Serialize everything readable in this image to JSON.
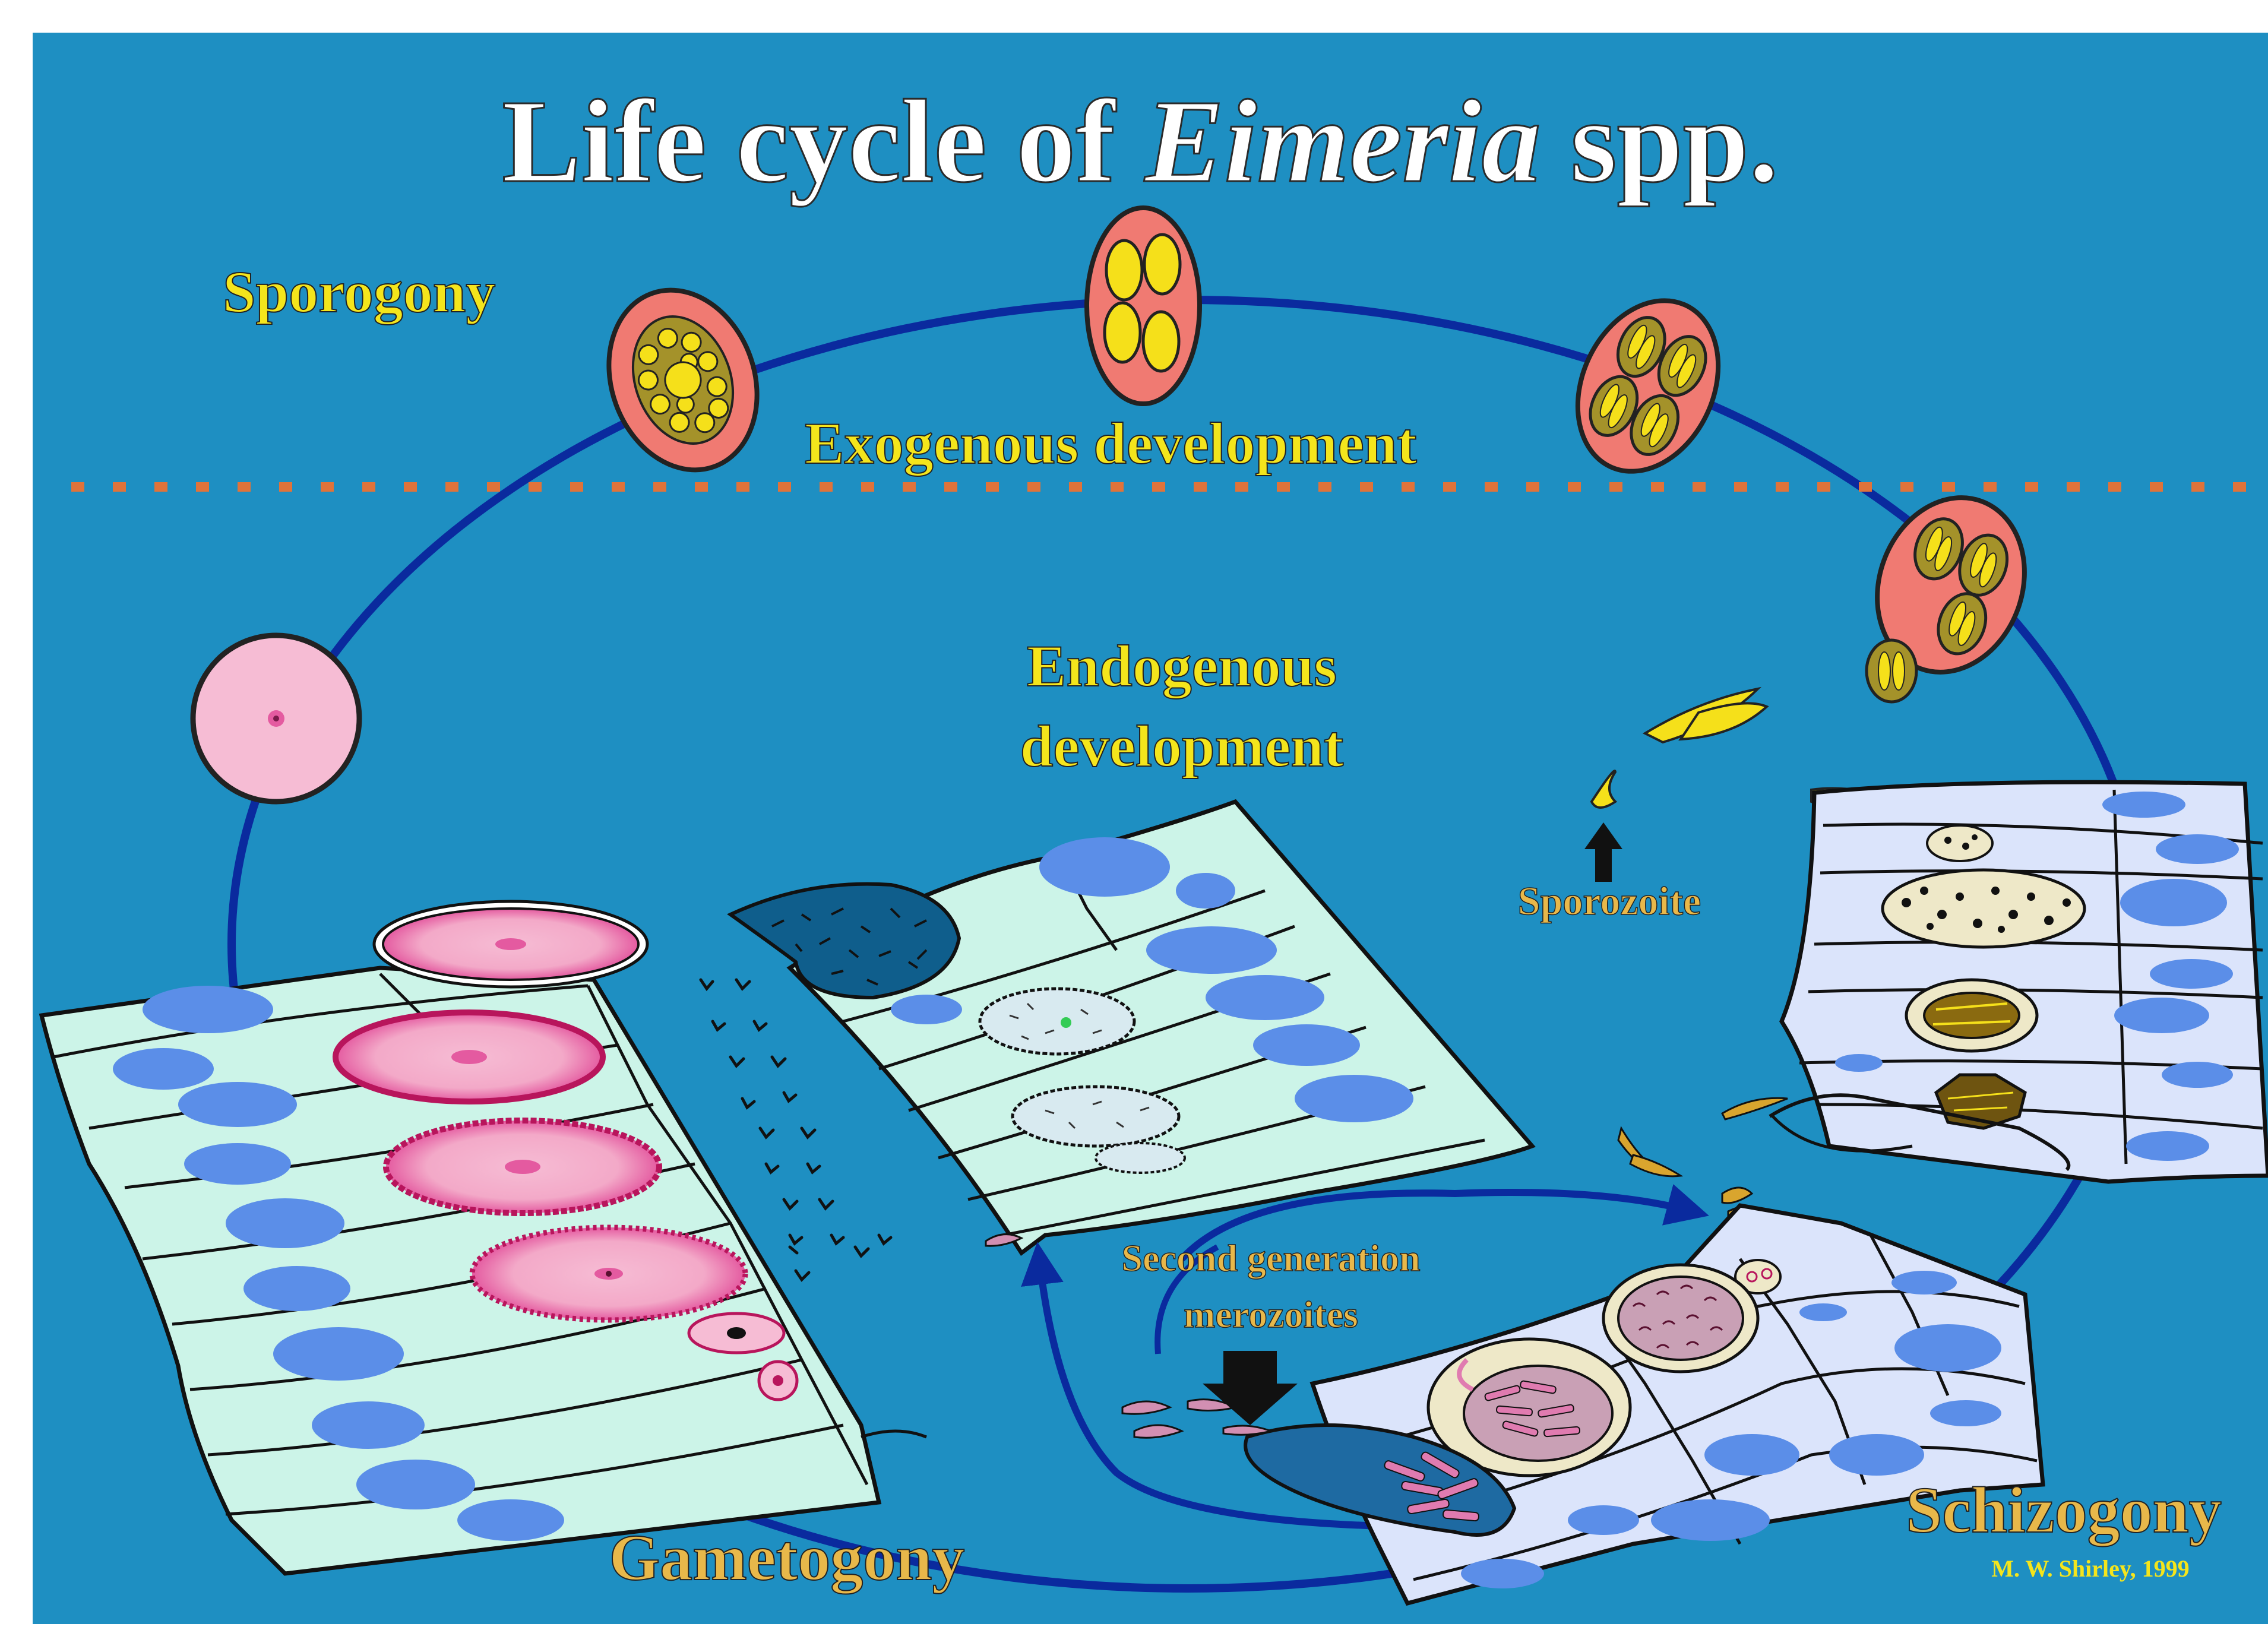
{
  "title": {
    "prefix": "Life cycle of ",
    "genus": "Eimeria",
    "suffix": " spp."
  },
  "labels": {
    "sporogony": "Sporogony",
    "exogenous": "Exogenous development",
    "endogenous_line1": "Endogenous",
    "endogenous_line2": "development",
    "sporozoite": "Sporozoite",
    "second_gen_line1": "Second generation",
    "second_gen_line2": "merozoites",
    "gametogony": "Gametogony",
    "schizogony": "Schizogony",
    "credit": "M. W. Shirley, 1999"
  },
  "colors": {
    "background": "#1e8fc2",
    "cycle_line": "#0a2a9e",
    "yellow_label": "#f4e51c",
    "orange_label": "#e8b84a",
    "oocyst_fill": "#f07a72",
    "sporocyst_fill": "#f5e01a",
    "epithelium_green": "#ccf4e8",
    "epithelium_lavender": "#dbe4fb",
    "nucleus_blue": "#5b8ee8",
    "gamete_pink": "#f6bcd4",
    "divider_orange": "#e0733a"
  },
  "icons": [
    "oocyst-unsporulated-icon",
    "oocyst-sporocysts-icon",
    "oocyst-sporulated-icon",
    "sporozoite-icon",
    "arrow-up-icon",
    "arrow-down-icon"
  ]
}
